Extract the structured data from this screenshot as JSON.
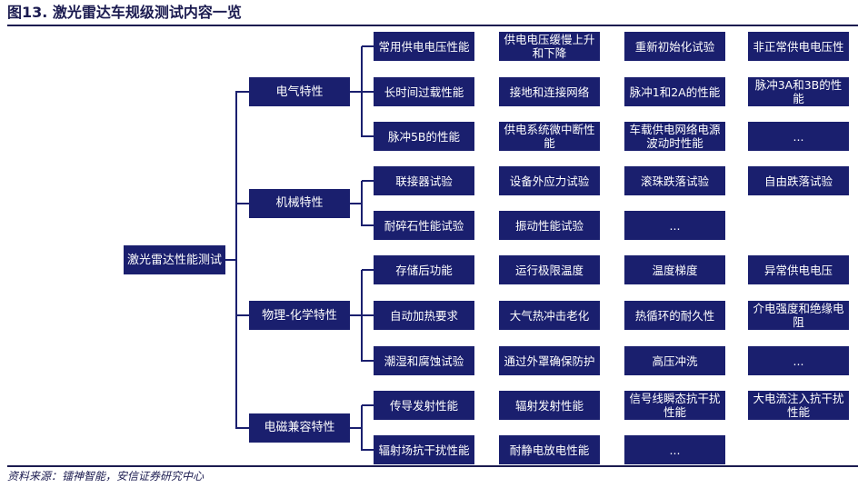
{
  "figure": {
    "title": "图13. 激光雷达车规级测试内容一览",
    "source": "资料来源：镭神智能，安信证券研究中心"
  },
  "root": {
    "label": "激光雷达性能测试"
  },
  "categories": [
    {
      "label": "电气特性",
      "rows": [
        [
          "常用供电电压性能",
          "供电电压缓慢上升和下降",
          "重新初始化试验",
          "非正常供电电压性"
        ],
        [
          "长时间过载性能",
          "接地和连接网络",
          "脉冲1和2A的性能",
          "脉冲3A和3B的性能"
        ],
        [
          "脉冲5B的性能",
          "供电系统微中断性能",
          "车载供电网络电源波动时性能",
          "..."
        ]
      ]
    },
    {
      "label": "机械特性",
      "rows": [
        [
          "联接器试验",
          "设备外应力试验",
          "滚珠跌落试验",
          "自由跌落试验"
        ],
        [
          "耐碎石性能试验",
          "振动性能试验",
          "..."
        ]
      ]
    },
    {
      "label": "物理-化学特性",
      "rows": [
        [
          "存储后功能",
          "运行极限温度",
          "温度梯度",
          "异常供电电压"
        ],
        [
          "自动加热要求",
          "大气热冲击老化",
          "热循环的耐久性",
          "介电强度和绝缘电阻"
        ],
        [
          "潮湿和腐蚀试验",
          "通过外罩确保防护",
          "高压冲洗",
          "..."
        ]
      ]
    },
    {
      "label": "电磁兼容特性",
      "rows": [
        [
          "传导发射性能",
          "辐射发射性能",
          "信号线瞬态抗干扰性能",
          "大电流注入抗干扰性能"
        ],
        [
          "辐射场抗干扰性能",
          "耐静电放电性能",
          "..."
        ]
      ]
    }
  ]
}
